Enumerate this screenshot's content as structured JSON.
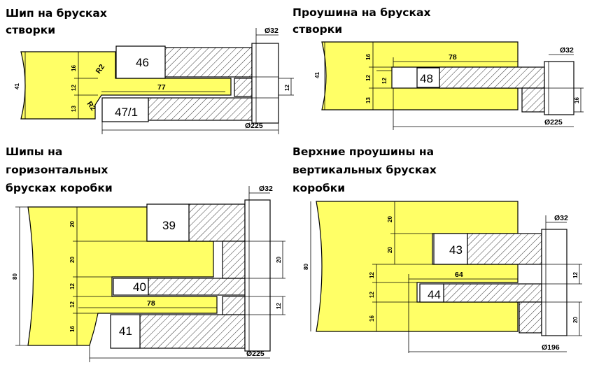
{
  "colors": {
    "wood": "#ffff66",
    "cutter": "#ffffff",
    "line": "#000000"
  },
  "titles": {
    "q1": [
      "Шип на брусках",
      "створки"
    ],
    "q2": [
      "Проушина на брусках",
      "створки"
    ],
    "q3": [
      "Шипы на",
      "горизонтальных",
      "брусках коробки"
    ],
    "q4": [
      "Верхние проушины на",
      "вертикальных брусках",
      "коробки"
    ]
  },
  "q1": {
    "cutter_labels": [
      "46",
      "47/1"
    ],
    "height": "41",
    "segments": [
      "16",
      "12",
      "13"
    ],
    "radius_labels": [
      "R2",
      "R2"
    ],
    "length": "77",
    "tip": "12",
    "bore": "Ø32",
    "diameter": "Ø225"
  },
  "q2": {
    "cutter_label": "48",
    "height": "41",
    "segments": [
      "16",
      "12",
      "13"
    ],
    "length": "78",
    "tip": "12",
    "bore": "Ø32",
    "right_dim": "16",
    "diameter": "Ø225"
  },
  "q3": {
    "cutter_labels": [
      "39",
      "40",
      "41"
    ],
    "height": "80",
    "segments": [
      "20",
      "20",
      "12",
      "12",
      "16"
    ],
    "length": "78",
    "right_dims": [
      "20",
      "12"
    ],
    "bore": "Ø32",
    "diameter": "Ø225"
  },
  "q4": {
    "cutter_labels": [
      "43",
      "44"
    ],
    "height": "80",
    "segments_top": [
      "20",
      "20"
    ],
    "segments_left": [
      "12",
      "12",
      "16"
    ],
    "length": "64",
    "right_dims": [
      "12",
      "20"
    ],
    "bore": "Ø32",
    "diameter": "Ø196"
  }
}
